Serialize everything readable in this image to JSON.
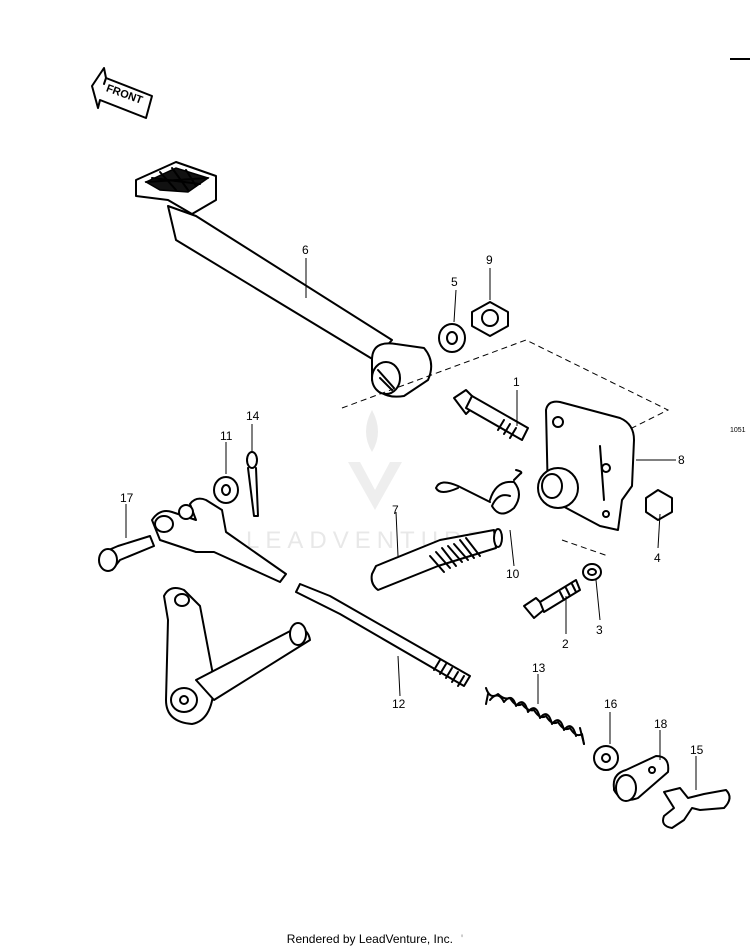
{
  "diagram": {
    "front_label": "FRONT",
    "ref_code": "1051",
    "watermark_text": "LEADVENTURE",
    "callouts": [
      "1",
      "2",
      "3",
      "4",
      "5",
      "6",
      "7",
      "8",
      "9",
      "10",
      "11",
      "12",
      "13",
      "14",
      "15",
      "16",
      "17",
      "18"
    ]
  },
  "footer": {
    "rendered_by": "Rendered by LeadVenture, Inc.",
    "mark": "'"
  }
}
